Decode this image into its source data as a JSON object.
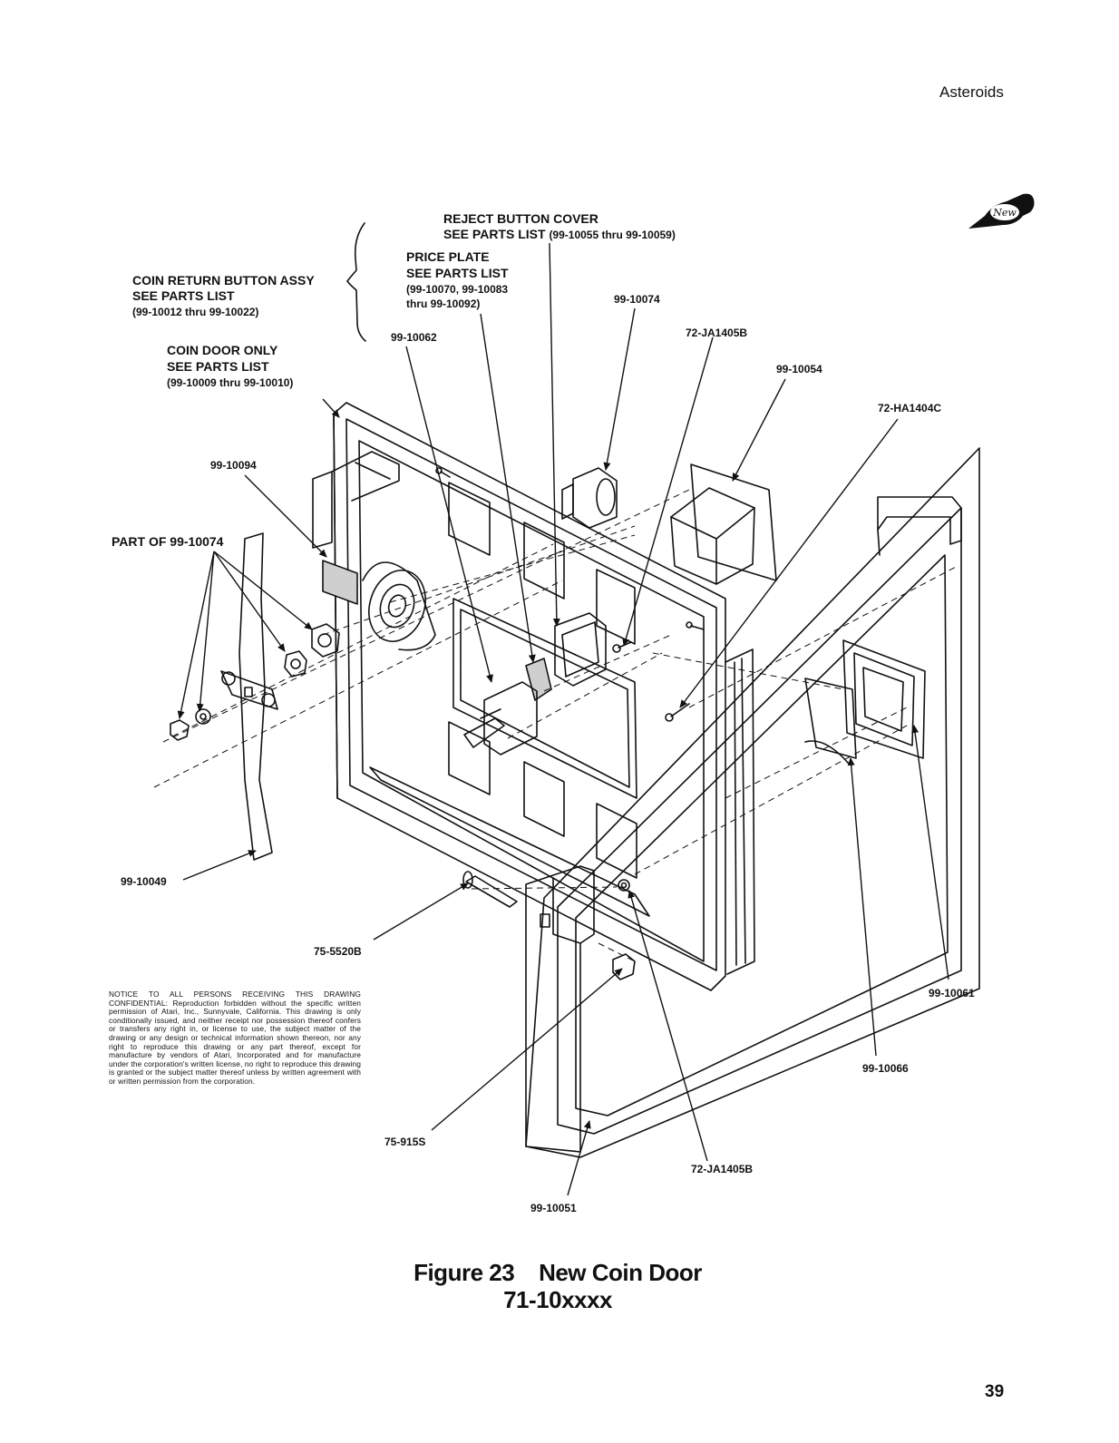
{
  "header": {
    "title": "Asteroids"
  },
  "badge": {
    "text": "New"
  },
  "labels": {
    "reject_cover": "REJECT BUTTON COVER",
    "reject_see": "SEE PARTS LIST",
    "reject_range": "(99-10055 thru 99-10059)",
    "price_plate": "PRICE PLATE",
    "price_see": "SEE PARTS LIST",
    "price_range1": "(99-10070, 99-10083",
    "price_range2": "thru 99-10092)",
    "coin_return": "COIN RETURN BUTTON ASSY",
    "coin_return_see": "SEE PARTS LIST",
    "coin_return_range": "(99-10012 thru 99-10022)",
    "coin_door_only": "COIN DOOR ONLY",
    "coin_door_see": "SEE PARTS LIST",
    "coin_door_range": "(99-10009 thru 99-10010)",
    "p_99_10074": "99-10074",
    "p_99_10062": "99-10062",
    "p_72_ja1405b_top": "72-JA1405B",
    "p_99_10054": "99-10054",
    "p_72_ha1404c": "72-HA1404C",
    "p_99_10094": "99-10094",
    "p_part_of": "PART OF 99-10074",
    "p_99_10049": "99-10049",
    "p_75_5520b": "75-5520B",
    "p_99_10061": "99-10061",
    "p_99_10066": "99-10066",
    "p_75_915s": "75-915S",
    "p_72_ja1405b_bot": "72-JA1405B",
    "p_99_10051": "99-10051"
  },
  "notice": "NOTICE TO ALL PERSONS RECEIVING THIS DRAWING CONFIDENTIAL: Reproduction forbidden without the specific written permission of Atari, Inc., Sunnyvale, California. This drawing is only conditionally issued, and neither receipt nor possession thereof confers or transfers any right in, or license to use, the subject matter of the drawing or any design or technical information shown thereon, nor any right to reproduce this drawing or any part thereof, except for manufacture by vendors of Atari, Incorporated and for manufacture under the corporation's written license, no right to reproduce this drawing is granted or the subject matter thereof unless by written agreement with or written permission from the corporation.",
  "caption": {
    "line1": "Figure 23    New Coin Door",
    "line2": "71-10xxxx"
  },
  "page_number": "39"
}
